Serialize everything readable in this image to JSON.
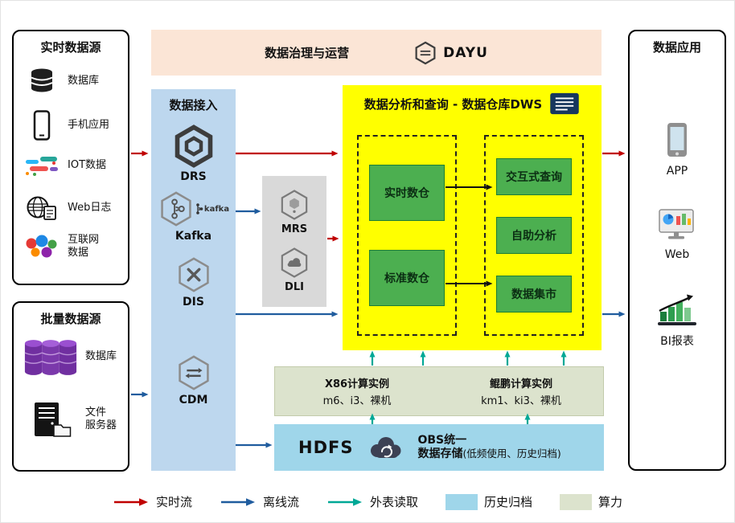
{
  "colors": {
    "realtime_flow": "#c00000",
    "offline_flow": "#1f5c9e",
    "external_read": "#00a896",
    "history_archive_bg": "#9fd6ea",
    "compute_power_bg": "#dce3cd",
    "banner_bg": "#fbe5d6",
    "ingestion_bg": "#bdd7ee",
    "middleware_bg": "#d9d9d9",
    "dws_bg": "#ffff00",
    "dws_green": "#4caf50"
  },
  "governance": {
    "title": "数据治理与运营",
    "brand": "DAYU"
  },
  "realtime_sources": {
    "title": "实时数据源",
    "items": [
      {
        "label": "数据库"
      },
      {
        "label": "手机应用"
      },
      {
        "label": "IOT数据"
      },
      {
        "label": "Web日志"
      },
      {
        "label": "互联网\n数据"
      }
    ]
  },
  "batch_sources": {
    "title": "批量数据源",
    "items": [
      {
        "label": "数据库"
      },
      {
        "label": "文件\n服务器"
      }
    ]
  },
  "ingestion": {
    "title": "数据接入",
    "items": [
      {
        "label": "DRS"
      },
      {
        "label": "Kafka",
        "logo_text": "kafka"
      },
      {
        "label": "DIS"
      },
      {
        "label": "CDM"
      }
    ]
  },
  "middleware": {
    "items": [
      {
        "label": "MRS"
      },
      {
        "label": "DLI"
      }
    ]
  },
  "dws": {
    "title": "数据分析和查询 - 数据仓库DWS",
    "left_items": [
      {
        "label": "实时数仓"
      },
      {
        "label": "标准数仓"
      }
    ],
    "right_items": [
      {
        "label": "交互式查询"
      },
      {
        "label": "自助分析"
      },
      {
        "label": "数据集市"
      }
    ]
  },
  "compute": {
    "x86": {
      "title": "X86计算实例",
      "spec": "m6、i3、裸机"
    },
    "kunpeng": {
      "title": "鲲鹏计算实例",
      "spec": "km1、ki3、裸机"
    }
  },
  "storage": {
    "hdfs_label": "HDFS",
    "obs_line1": "OBS统一",
    "obs_line2": "数据存储",
    "obs_note": "(低频使用、历史归档)"
  },
  "applications": {
    "title": "数据应用",
    "items": [
      {
        "label": "APP"
      },
      {
        "label": "Web"
      },
      {
        "label": "BI报表"
      }
    ]
  },
  "legend": {
    "items": [
      {
        "label": "实时流",
        "type": "arrow",
        "color": "#c00000"
      },
      {
        "label": "离线流",
        "type": "arrow",
        "color": "#1f5c9e"
      },
      {
        "label": "外表读取",
        "type": "arrow",
        "color": "#00a896"
      },
      {
        "label": "历史归档",
        "type": "swatch",
        "color": "#9fd6ea"
      },
      {
        "label": "算力",
        "type": "swatch",
        "color": "#dce3cd"
      }
    ]
  }
}
